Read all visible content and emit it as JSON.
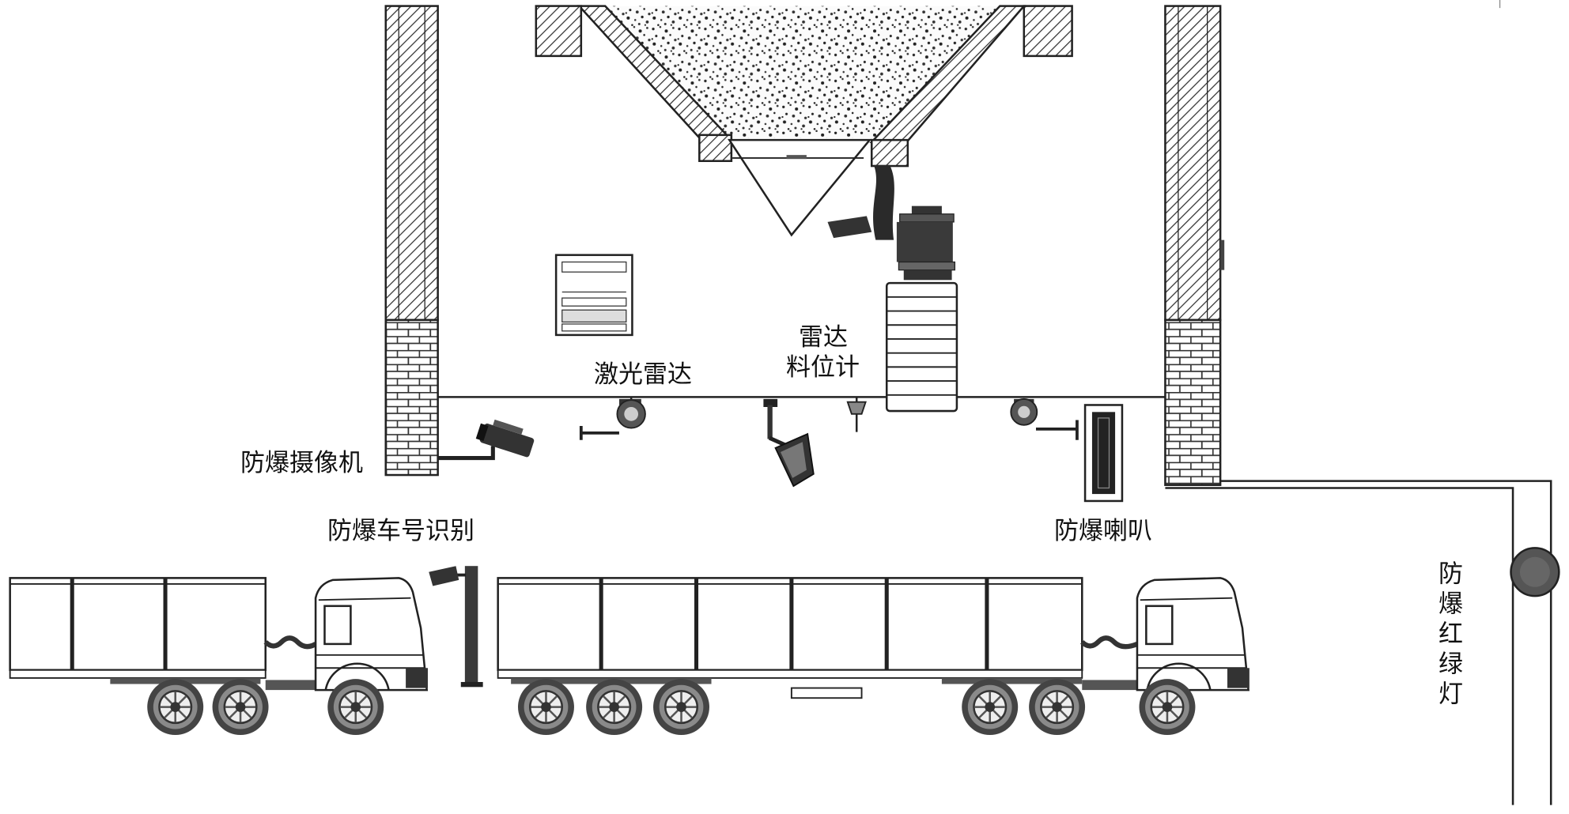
{
  "labels": {
    "laser_radar": "激光雷达",
    "radar_level_meter_line1": "雷达",
    "radar_level_meter_line2": "料位计",
    "explosion_proof_camera": "防爆摄像机",
    "explosion_proof_plate_recognition": "防爆车号识别",
    "explosion_proof_speaker": "防爆喇叭",
    "explosion_proof_traffic_light": "防爆红绿灯"
  },
  "colors": {
    "ink": "#222222",
    "background": "#ffffff",
    "traffic_light": "#555555"
  }
}
